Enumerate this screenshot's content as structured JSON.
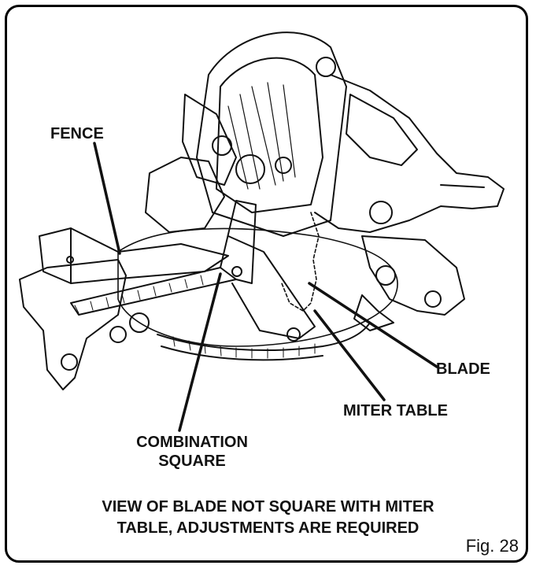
{
  "labels": {
    "fence": "FENCE",
    "blade": "BLADE",
    "miter_table": "MITER TABLE",
    "combination_square_line1": "COMBINATION",
    "combination_square_line2": "SQUARE"
  },
  "caption": {
    "line1": "VIEW OF BLADE NOT SQUARE WITH MITER",
    "line2": "TABLE, ADJUSTMENTS ARE REQUIRED"
  },
  "figure_label": "Fig. 28",
  "colors": {
    "ink": "#111111",
    "background": "#ffffff"
  }
}
